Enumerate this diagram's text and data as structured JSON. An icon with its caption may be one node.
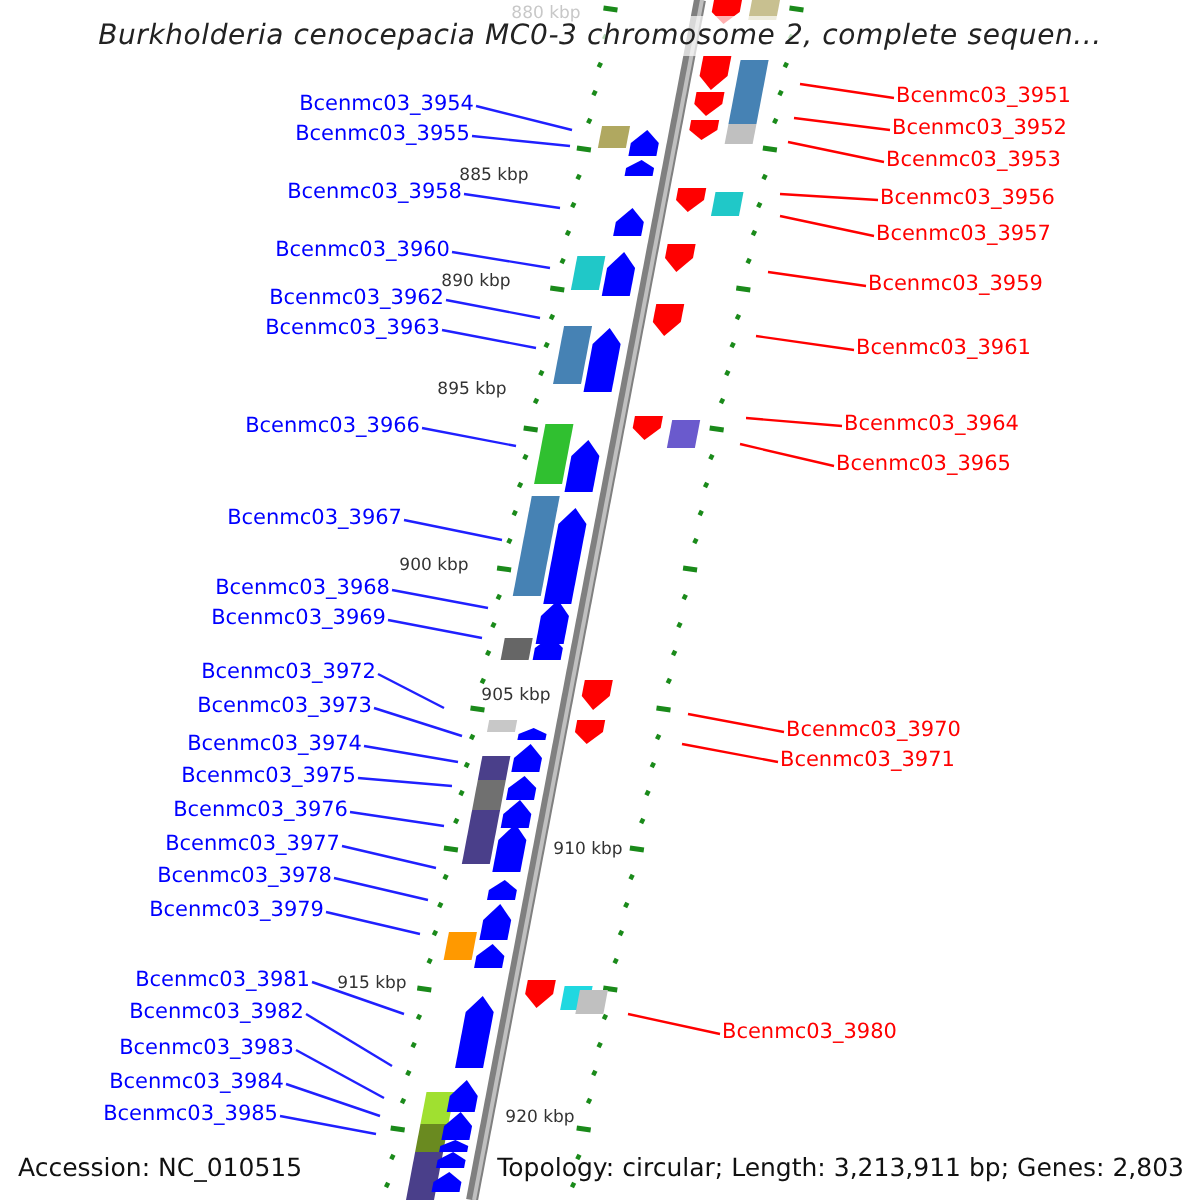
{
  "diagram": {
    "title": "Burkholderia cenocepacia MC0-3 chromosome 2, complete sequen...",
    "nodes": [
      {
        "text": [
          "Bcenmc03_3954"
        ]
      },
      {
        "text": [
          "Bcenmc03_3955"
        ]
      },
      {
        "text": [
          "Bcenmc03_3958"
        ]
      },
      {
        "text": [
          "Bcenmc03_3960"
        ]
      },
      {
        "text": [
          "Bcenmc03_3962"
        ]
      },
      {
        "text": [
          "Bcenmc03_3963"
        ]
      },
      {
        "text": [
          "Bcenmc03_3966"
        ]
      },
      {
        "text": [
          "Bcenmc03_3967"
        ]
      },
      {
        "text": [
          "Bcenmc03_3968"
        ]
      },
      {
        "text": [
          "Bcenmc03_3969"
        ]
      },
      {
        "text": [
          "Bcenmc03_3972"
        ]
      },
      {
        "text": [
          "Bcenmc03_3973"
        ]
      },
      {
        "text": [
          "Bcenmc03_3974"
        ]
      },
      {
        "text": [
          "Bcenmc03_3975"
        ]
      },
      {
        "text": [
          "Bcenmc03_3976"
        ]
      },
      {
        "text": [
          "Bcenmc03_3977"
        ]
      },
      {
        "text": [
          "Bcenmc03_3978"
        ]
      },
      {
        "text": [
          "Bcenmc03_3979"
        ]
      },
      {
        "text": [
          "Bcenmc03_3981"
        ]
      },
      {
        "text": [
          "Bcenmc03_3982"
        ]
      },
      {
        "text": [
          "Bcenmc03_3983"
        ]
      },
      {
        "text": [
          "Bcenmc03_3984"
        ]
      },
      {
        "text": [
          "Bcenmc03_3985"
        ]
      },
      {
        "text": [
          "Bcenmc03_3951"
        ]
      },
      {
        "text": [
          "Bcenmc03_3952"
        ]
      },
      {
        "text": [
          "Bcenmc03_3953"
        ]
      },
      {
        "text": [
          "Bcenmc03_3956"
        ]
      },
      {
        "text": [
          "Bcenmc03_3957"
        ]
      },
      {
        "text": [
          "Bcenmc03_3959"
        ]
      },
      {
        "text": [
          "Bcenmc03_3961"
        ]
      },
      {
        "text": [
          "Bcenmc03_3964"
        ]
      },
      {
        "text": [
          "Bcenmc03_3965"
        ]
      },
      {
        "text": [
          "Bcenmc03_3970"
        ]
      },
      {
        "text": [
          "Bcenmc03_3971"
        ]
      },
      {
        "text": [
          "Bcenmc03_3980"
        ]
      }
    ],
    "edges": [
      {
        "from": 0,
        "to": null,
        "arrow": "none"
      },
      {
        "from": 1,
        "to": null,
        "arrow": "none"
      },
      {
        "from": 2,
        "to": null,
        "arrow": "none"
      },
      {
        "from": 3,
        "to": null,
        "arrow": "none"
      },
      {
        "from": 4,
        "to": null,
        "arrow": "none"
      },
      {
        "from": 5,
        "to": null,
        "arrow": "none"
      },
      {
        "from": 6,
        "to": null,
        "arrow": "none"
      },
      {
        "from": 7,
        "to": null,
        "arrow": "none"
      },
      {
        "from": 8,
        "to": null,
        "arrow": "none"
      },
      {
        "from": 9,
        "to": null,
        "arrow": "none"
      },
      {
        "from": 10,
        "to": null,
        "arrow": "none"
      },
      {
        "from": 11,
        "to": null,
        "arrow": "none"
      },
      {
        "from": 12,
        "to": null,
        "arrow": "none"
      },
      {
        "from": 13,
        "to": null,
        "arrow": "none"
      },
      {
        "from": 14,
        "to": null,
        "arrow": "none"
      },
      {
        "from": 15,
        "to": null,
        "arrow": "none"
      },
      {
        "from": 16,
        "to": null,
        "arrow": "none"
      },
      {
        "from": 17,
        "to": null,
        "arrow": "none"
      },
      {
        "from": 18,
        "to": null,
        "arrow": "none"
      },
      {
        "from": 19,
        "to": null,
        "arrow": "none"
      },
      {
        "from": 20,
        "to": null,
        "arrow": "none"
      },
      {
        "from": 21,
        "to": null,
        "arrow": "none"
      },
      {
        "from": 22,
        "to": null,
        "arrow": "none"
      },
      {
        "from": 23,
        "to": null,
        "arrow": "none",
        "color": "#ff0000"
      },
      {
        "from": 24,
        "to": null,
        "arrow": "none",
        "color": "#ff0000"
      },
      {
        "from": 25,
        "to": null,
        "arrow": "none",
        "color": "#ff0000"
      },
      {
        "from": 26,
        "to": null,
        "arrow": "none",
        "color": "#ff0000"
      },
      {
        "from": 27,
        "to": null,
        "arrow": "none",
        "color": "#ff0000"
      },
      {
        "from": 28,
        "to": null,
        "arrow": "none",
        "color": "#ff0000"
      },
      {
        "from": 29,
        "to": null,
        "arrow": "none",
        "color": "#ff0000"
      },
      {
        "from": 30,
        "to": null,
        "arrow": "none",
        "color": "#ff0000"
      },
      {
        "from": 31,
        "to": null,
        "arrow": "none",
        "color": "#ff0000"
      },
      {
        "from": 32,
        "to": null,
        "arrow": "none",
        "color": "#ff0000"
      },
      {
        "from": 33,
        "to": null,
        "arrow": "none",
        "color": "#ff0000"
      },
      {
        "from": 34,
        "to": null,
        "arrow": "none",
        "color": "#ff0000"
      }
    ],
    "labels": [
      "880 kbp",
      "885 kbp",
      "890 kbp",
      "895 kbp",
      "900 kbp",
      "905 kbp",
      "910 kbp",
      "915 kbp",
      "920 kbp",
      "Accession: NC_010515",
      "Topology: circular; Length: 3,213,911 bp; Genes: 2,803"
    ]
  }
}
